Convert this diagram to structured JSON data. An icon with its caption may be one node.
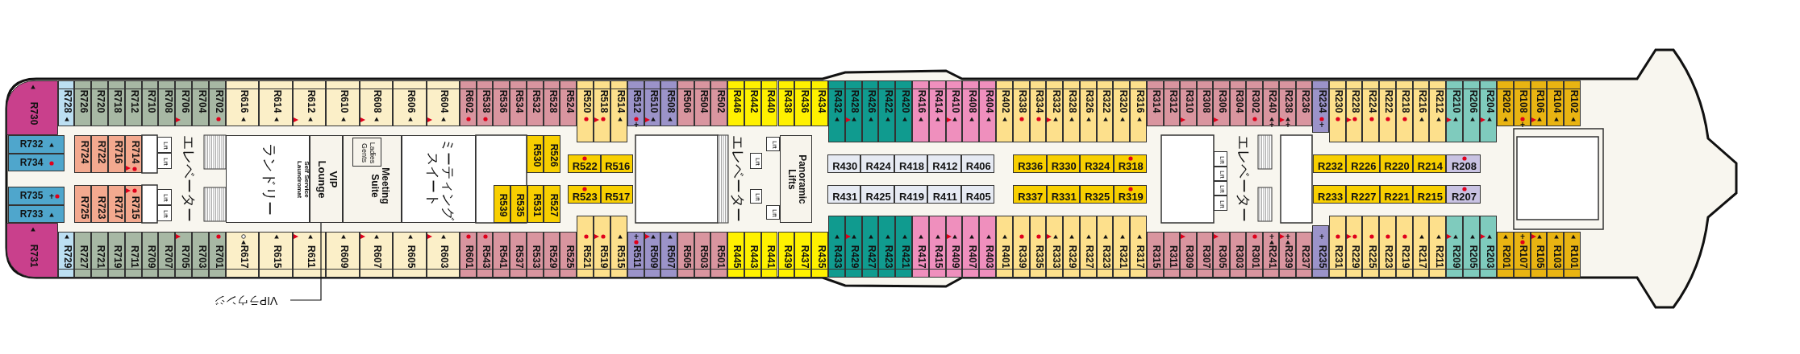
{
  "diagram": {
    "nodes": [
      {
        "text": [
          "R730"
        ]
      },
      {
        "text": [
          "R728"
        ]
      },
      {
        "text": [
          "R726"
        ]
      },
      {
        "text": [
          "R720"
        ]
      },
      {
        "text": [
          "R718"
        ]
      },
      {
        "text": [
          "R712"
        ]
      },
      {
        "text": [
          "R710"
        ]
      },
      {
        "text": [
          "R708"
        ]
      },
      {
        "text": [
          "R706"
        ]
      },
      {
        "text": [
          "R704"
        ]
      },
      {
        "text": [
          "R702"
        ]
      },
      {
        "text": [
          "R616"
        ]
      },
      {
        "text": [
          "R614"
        ]
      },
      {
        "text": [
          "R612"
        ]
      },
      {
        "text": [
          "R610"
        ]
      },
      {
        "text": [
          "R608"
        ]
      },
      {
        "text": [
          "R606"
        ]
      },
      {
        "text": [
          "R604"
        ]
      },
      {
        "text": [
          "R602"
        ]
      },
      {
        "text": [
          "R538"
        ]
      },
      {
        "text": [
          "R536"
        ]
      },
      {
        "text": [
          "R534"
        ]
      },
      {
        "text": [
          "R532"
        ]
      },
      {
        "text": [
          "R528"
        ]
      },
      {
        "text": [
          "R524"
        ]
      },
      {
        "text": [
          "R520"
        ]
      },
      {
        "text": [
          "R518"
        ]
      },
      {
        "text": [
          "R514"
        ]
      },
      {
        "text": [
          "R512"
        ]
      },
      {
        "text": [
          "R510"
        ]
      },
      {
        "text": [
          "R508"
        ]
      },
      {
        "text": [
          "R506"
        ]
      },
      {
        "text": [
          "R504"
        ]
      },
      {
        "text": [
          "R502"
        ]
      },
      {
        "text": [
          "R446"
        ]
      },
      {
        "text": [
          "R442"
        ]
      },
      {
        "text": [
          "R440"
        ]
      },
      {
        "text": [
          "R438"
        ]
      },
      {
        "text": [
          "R436"
        ]
      },
      {
        "text": [
          "R434"
        ]
      },
      {
        "text": [
          "R432"
        ]
      },
      {
        "text": [
          "R428"
        ]
      },
      {
        "text": [
          "R426"
        ]
      },
      {
        "text": [
          "R422"
        ]
      },
      {
        "text": [
          "R420"
        ]
      },
      {
        "text": [
          "R416"
        ]
      },
      {
        "text": [
          "R414"
        ]
      },
      {
        "text": [
          "R410"
        ]
      },
      {
        "text": [
          "R408"
        ]
      },
      {
        "text": [
          "R404"
        ]
      },
      {
        "text": [
          "R402"
        ]
      },
      {
        "text": [
          "R338"
        ]
      },
      {
        "text": [
          "R334"
        ]
      },
      {
        "text": [
          "R332"
        ]
      },
      {
        "text": [
          "R328"
        ]
      },
      {
        "text": [
          "R326"
        ]
      },
      {
        "text": [
          "R322"
        ]
      },
      {
        "text": [
          "R320"
        ]
      },
      {
        "text": [
          "R316"
        ]
      },
      {
        "text": [
          "R314"
        ]
      },
      {
        "text": [
          "R312"
        ]
      },
      {
        "text": [
          "R310"
        ]
      },
      {
        "text": [
          "R308"
        ]
      },
      {
        "text": [
          "R306"
        ]
      },
      {
        "text": [
          "R304"
        ]
      },
      {
        "text": [
          "R302"
        ]
      },
      {
        "text": [
          "R240"
        ]
      },
      {
        "text": [
          "R238"
        ]
      },
      {
        "text": [
          "R236"
        ]
      },
      {
        "text": [
          "R234"
        ]
      },
      {
        "text": [
          "R230"
        ]
      },
      {
        "text": [
          "R228"
        ]
      },
      {
        "text": [
          "R224"
        ]
      },
      {
        "text": [
          "R222"
        ]
      },
      {
        "text": [
          "R218"
        ]
      },
      {
        "text": [
          "R216"
        ]
      },
      {
        "text": [
          "R212"
        ]
      },
      {
        "text": [
          "R210"
        ]
      },
      {
        "text": [
          "R206"
        ]
      },
      {
        "text": [
          "R204"
        ]
      },
      {
        "text": [
          "R202"
        ]
      },
      {
        "text": [
          "R108"
        ]
      },
      {
        "text": [
          "R106"
        ]
      },
      {
        "text": [
          "R104"
        ]
      },
      {
        "text": [
          "R102"
        ]
      },
      {
        "text": [
          "R731"
        ]
      },
      {
        "text": [
          "R729"
        ]
      },
      {
        "text": [
          "R727"
        ]
      },
      {
        "text": [
          "R721"
        ]
      },
      {
        "text": [
          "R719"
        ]
      },
      {
        "text": [
          "R711"
        ]
      },
      {
        "text": [
          "R709"
        ]
      },
      {
        "text": [
          "R707"
        ]
      },
      {
        "text": [
          "R705"
        ]
      },
      {
        "text": [
          "R703"
        ]
      },
      {
        "text": [
          "R701"
        ]
      },
      {
        "text": [
          "R617"
        ]
      },
      {
        "text": [
          "R615"
        ]
      },
      {
        "text": [
          "R611"
        ]
      },
      {
        "text": [
          "R609"
        ]
      },
      {
        "text": [
          "R607"
        ]
      },
      {
        "text": [
          "R605"
        ]
      },
      {
        "text": [
          "R603"
        ]
      },
      {
        "text": [
          "R601"
        ]
      },
      {
        "text": [
          "R543"
        ]
      },
      {
        "text": [
          "R541"
        ]
      },
      {
        "text": [
          "R537"
        ]
      },
      {
        "text": [
          "R533"
        ]
      },
      {
        "text": [
          "R529"
        ]
      },
      {
        "text": [
          "R525"
        ]
      },
      {
        "text": [
          "R521"
        ]
      },
      {
        "text": [
          "R519"
        ]
      },
      {
        "text": [
          "R515"
        ]
      },
      {
        "text": [
          "R511"
        ]
      },
      {
        "text": [
          "R509"
        ]
      },
      {
        "text": [
          "R507"
        ]
      },
      {
        "text": [
          "R505"
        ]
      },
      {
        "text": [
          "R503"
        ]
      },
      {
        "text": [
          "R501"
        ]
      },
      {
        "text": [
          "R445"
        ]
      },
      {
        "text": [
          "R443"
        ]
      },
      {
        "text": [
          "R441"
        ]
      },
      {
        "text": [
          "R439"
        ]
      },
      {
        "text": [
          "R437"
        ]
      },
      {
        "text": [
          "R435"
        ]
      },
      {
        "text": [
          "R433"
        ]
      },
      {
        "text": [
          "R429"
        ]
      },
      {
        "text": [
          "R427"
        ]
      },
      {
        "text": [
          "R423"
        ]
      },
      {
        "text": [
          "R421"
        ]
      },
      {
        "text": [
          "R417"
        ]
      },
      {
        "text": [
          "R415"
        ]
      },
      {
        "text": [
          "R409"
        ]
      },
      {
        "text": [
          "R407"
        ]
      },
      {
        "text": [
          "R403"
        ]
      },
      {
        "text": [
          "R401"
        ]
      },
      {
        "text": [
          "R339"
        ]
      },
      {
        "text": [
          "R335"
        ]
      },
      {
        "text": [
          "R333"
        ]
      },
      {
        "text": [
          "R329"
        ]
      },
      {
        "text": [
          "R327"
        ]
      },
      {
        "text": [
          "R323"
        ]
      },
      {
        "text": [
          "R321"
        ]
      },
      {
        "text": [
          "R317"
        ]
      },
      {
        "text": [
          "R315"
        ]
      },
      {
        "text": [
          "R311"
        ]
      },
      {
        "text": [
          "R309"
        ]
      },
      {
        "text": [
          "R307"
        ]
      },
      {
        "text": [
          "R305"
        ]
      },
      {
        "text": [
          "R303"
        ]
      },
      {
        "text": [
          "R301"
        ]
      },
      {
        "text": [
          "R241"
        ]
      },
      {
        "text": [
          "R239"
        ]
      },
      {
        "text": [
          "R237"
        ]
      },
      {
        "text": [
          "R235"
        ]
      },
      {
        "text": [
          "R231"
        ]
      },
      {
        "text": [
          "R229"
        ]
      },
      {
        "text": [
          "R225"
        ]
      },
      {
        "text": [
          "R223"
        ]
      },
      {
        "text": [
          "R219"
        ]
      },
      {
        "text": [
          "R217"
        ]
      },
      {
        "text": [
          "R211"
        ]
      },
      {
        "text": [
          "R209"
        ]
      },
      {
        "text": [
          "R205"
        ]
      },
      {
        "text": [
          "R203"
        ]
      },
      {
        "text": [
          "R201"
        ]
      },
      {
        "text": [
          "R107"
        ]
      },
      {
        "text": [
          "R105"
        ]
      },
      {
        "text": [
          "R103"
        ]
      },
      {
        "text": [
          "R101"
        ]
      },
      {
        "text": [
          "R732"
        ]
      },
      {
        "text": [
          "R734"
        ]
      },
      {
        "text": [
          "R735"
        ]
      },
      {
        "text": [
          "R733"
        ]
      },
      {
        "text": [
          "R724"
        ]
      },
      {
        "text": [
          "R722"
        ]
      },
      {
        "text": [
          "R716"
        ]
      },
      {
        "text": [
          "R714"
        ]
      },
      {
        "text": [
          "R725"
        ]
      },
      {
        "text": [
          "R723"
        ]
      },
      {
        "text": [
          "R717"
        ]
      },
      {
        "text": [
          "R715"
        ]
      },
      {
        "text": [
          "R530"
        ]
      },
      {
        "text": [
          "R526"
        ]
      },
      {
        "text": [
          "R539"
        ]
      },
      {
        "text": [
          "R535"
        ]
      },
      {
        "text": [
          "R531"
        ]
      },
      {
        "text": [
          "R527"
        ]
      },
      {
        "text": [
          "R522"
        ]
      },
      {
        "text": [
          "R516"
        ]
      },
      {
        "text": [
          "R523"
        ]
      },
      {
        "text": [
          "R517"
        ]
      },
      {
        "text": [
          "R430"
        ]
      },
      {
        "text": [
          "R424"
        ]
      },
      {
        "text": [
          "R418"
        ]
      },
      {
        "text": [
          "R412"
        ]
      },
      {
        "text": [
          "R406"
        ]
      },
      {
        "text": [
          "R431"
        ]
      },
      {
        "text": [
          "R425"
        ]
      },
      {
        "text": [
          "R419"
        ]
      },
      {
        "text": [
          "R411"
        ]
      },
      {
        "text": [
          "R405"
        ]
      },
      {
        "text": [
          "R336"
        ]
      },
      {
        "text": [
          "R330"
        ]
      },
      {
        "text": [
          "R324"
        ]
      },
      {
        "text": [
          "R318"
        ]
      },
      {
        "text": [
          "R337"
        ]
      },
      {
        "text": [
          "R331"
        ]
      },
      {
        "text": [
          "R325"
        ]
      },
      {
        "text": [
          "R319"
        ]
      },
      {
        "text": [
          "R232"
        ]
      },
      {
        "text": [
          "R226"
        ]
      },
      {
        "text": [
          "R220"
        ]
      },
      {
        "text": [
          "R214"
        ]
      },
      {
        "text": [
          "R208"
        ]
      },
      {
        "text": [
          "R233"
        ]
      },
      {
        "text": [
          "R227"
        ]
      },
      {
        "text": [
          "R221"
        ]
      },
      {
        "text": [
          "R215"
        ]
      },
      {
        "text": [
          "R207"
        ]
      },
      {
        "text": [
          "ランドリー",
          "Self Service Laundromat"
        ]
      },
      {
        "text": [
          "VIP Lounge"
        ]
      },
      {
        "text": [
          "Meeting Suite"
        ]
      },
      {
        "text": [
          "Ladies Gents"
        ],
        "in": 222
      },
      {
        "text": [
          "ミーティングスイート"
        ]
      },
      {
        "text": [
          "Lift"
        ]
      },
      {
        "text": [
          "Lift"
        ]
      },
      {
        "text": [
          "Lift"
        ]
      },
      {
        "text": [
          "Lift"
        ]
      },
      {
        "text": [
          "Lift"
        ]
      },
      {
        "text": [
          "Lift"
        ]
      },
      {
        "text": [
          "Lift"
        ]
      },
      {
        "text": [
          "Lift"
        ]
      },
      {
        "text": [
          "Panoramic Lifts"
        ]
      },
      {
        "text": [
          "Lift"
        ]
      },
      {
        "text": [
          "Lift"
        ]
      },
      {
        "text": [
          "Lift"
        ]
      },
      {
        "text": [
          "Lift"
        ]
      },
      {
        "text": [
          "VIPラウンジ"
        ]
      }
    ],
    "edges": [
      {
        "from": 238,
        "to": 221,
        "arrow": "none"
      }
    ],
    "labels": [
      "エレベーター",
      "エレベーター",
      "エレベーター"
    ]
  }
}
